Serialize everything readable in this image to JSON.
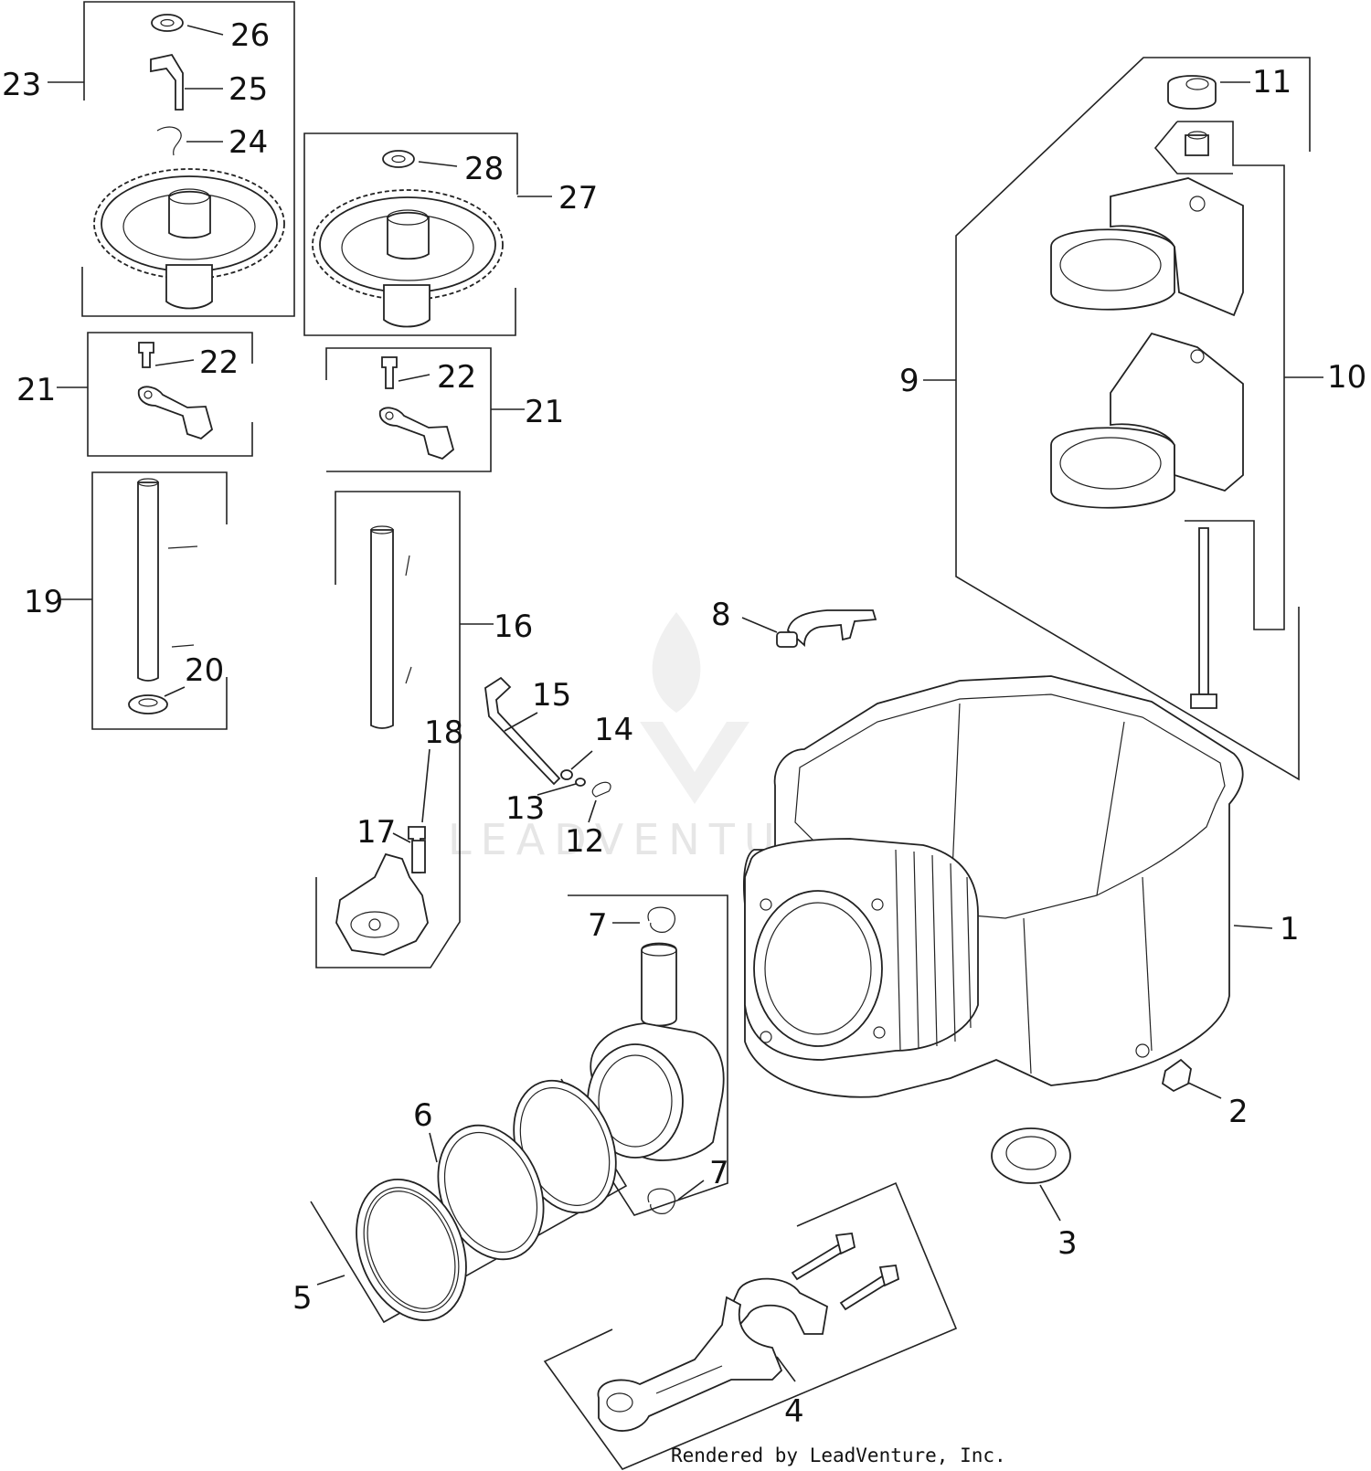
{
  "callouts": {
    "c1": "1",
    "c2": "2",
    "c3": "3",
    "c4": "4",
    "c5": "5",
    "c6": "6",
    "c7a": "7",
    "c7b": "7",
    "c8": "8",
    "c9": "9",
    "c10": "10",
    "c11": "11",
    "c12": "12",
    "c13": "13",
    "c14": "14",
    "c15": "15",
    "c16": "16",
    "c17": "17",
    "c18": "18",
    "c19": "19",
    "c20": "20",
    "c21a": "21",
    "c21b": "21",
    "c22a": "22",
    "c22b": "22",
    "c23": "23",
    "c24": "24",
    "c25": "25",
    "c26": "26",
    "c27": "27",
    "c28": "28"
  },
  "watermark": {
    "text": "LEADVENTURE"
  },
  "footer": {
    "credit": "Rendered by LeadVenture, Inc."
  }
}
